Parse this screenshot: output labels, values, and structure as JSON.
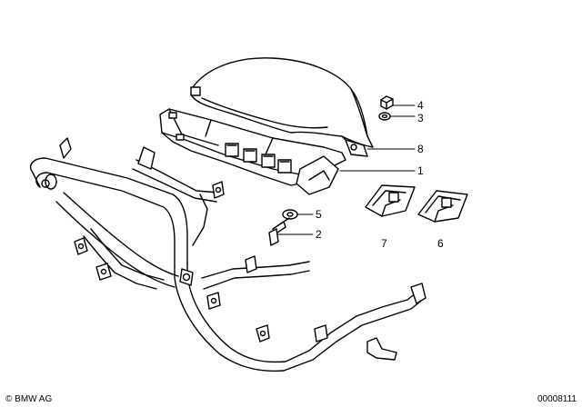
{
  "callouts": {
    "c1": "1",
    "c2": "2",
    "c3": "3",
    "c4": "4",
    "c5": "5",
    "c6": "6",
    "c7": "7",
    "c8": "8"
  },
  "footer": {
    "copyright": "© BMW AG",
    "diagram_number": "00008111"
  }
}
